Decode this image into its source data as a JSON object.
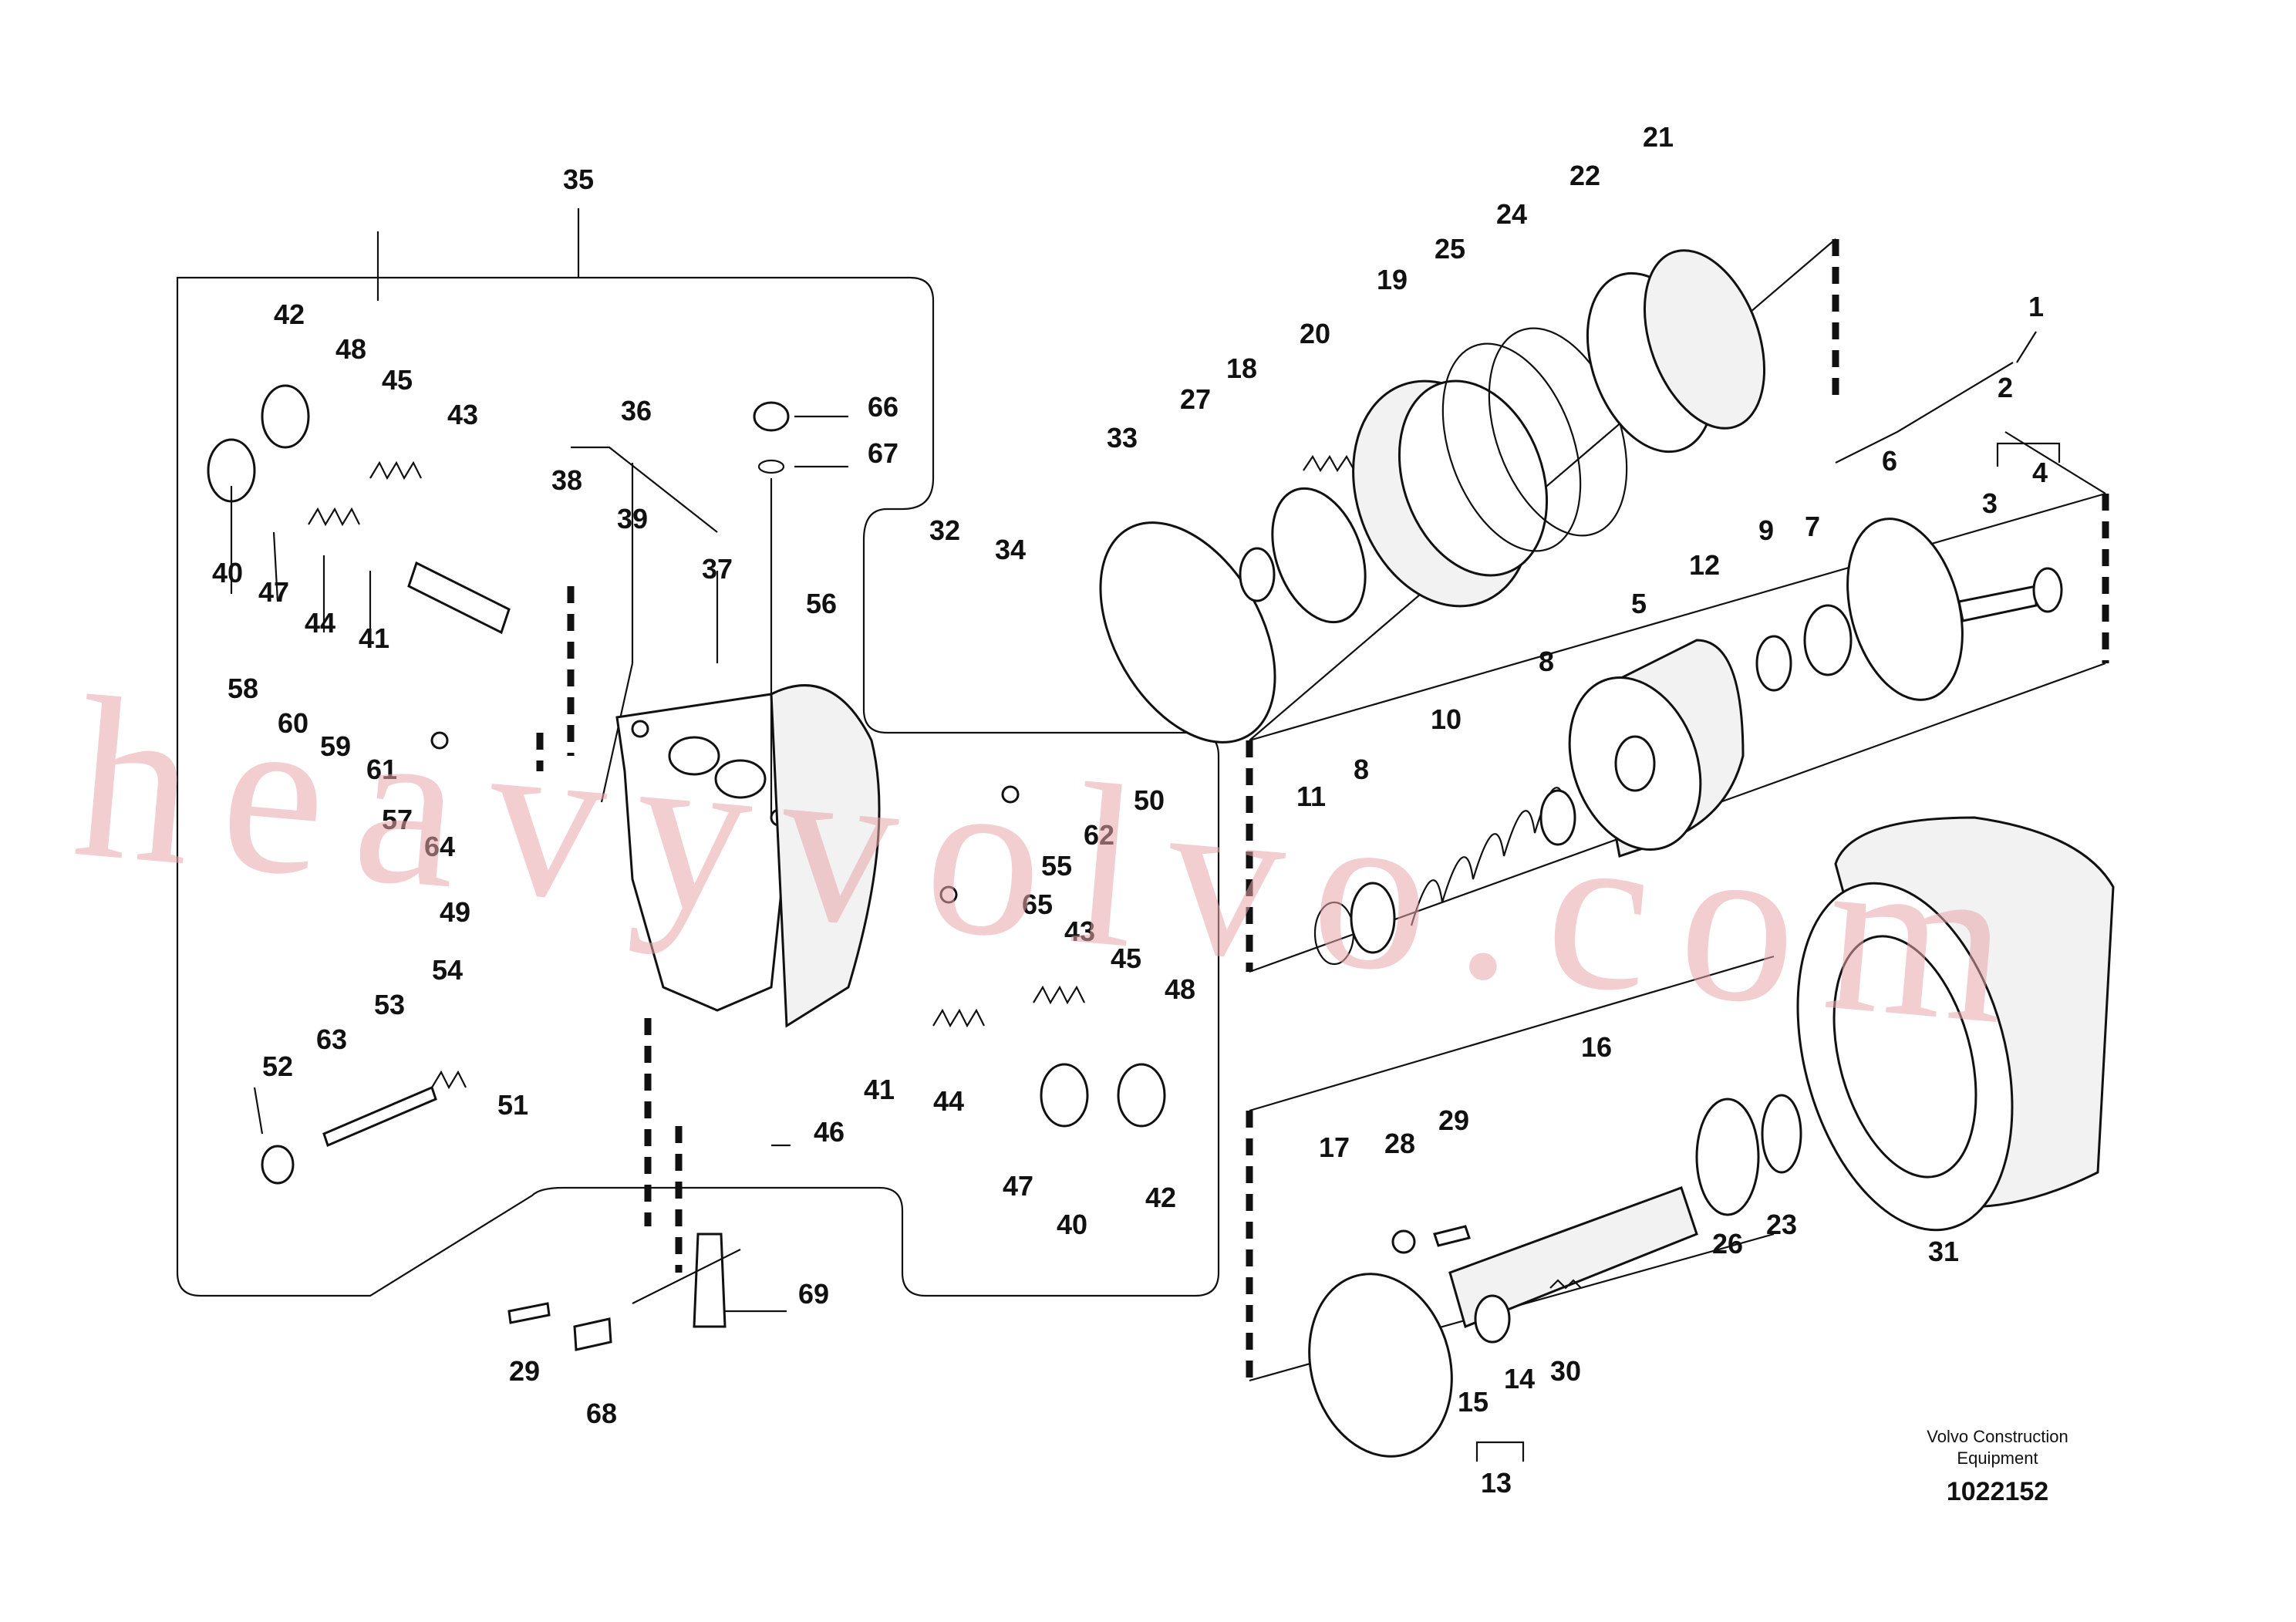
{
  "callouts": [
    {
      "id": "1",
      "text": "1"
    },
    {
      "id": "2",
      "text": "2"
    },
    {
      "id": "3",
      "text": "3"
    },
    {
      "id": "4",
      "text": "4"
    },
    {
      "id": "5",
      "text": "5"
    },
    {
      "id": "6",
      "text": "6"
    },
    {
      "id": "7",
      "text": "7"
    },
    {
      "id": "8a",
      "text": "8"
    },
    {
      "id": "8b",
      "text": "8"
    },
    {
      "id": "9",
      "text": "9"
    },
    {
      "id": "10",
      "text": "10"
    },
    {
      "id": "11",
      "text": "11"
    },
    {
      "id": "12",
      "text": "12"
    },
    {
      "id": "13",
      "text": "13"
    },
    {
      "id": "14",
      "text": "14"
    },
    {
      "id": "15",
      "text": "15"
    },
    {
      "id": "16",
      "text": "16"
    },
    {
      "id": "17",
      "text": "17"
    },
    {
      "id": "18",
      "text": "18"
    },
    {
      "id": "19",
      "text": "19"
    },
    {
      "id": "20",
      "text": "20"
    },
    {
      "id": "21",
      "text": "21"
    },
    {
      "id": "22",
      "text": "22"
    },
    {
      "id": "23",
      "text": "23"
    },
    {
      "id": "24",
      "text": "24"
    },
    {
      "id": "25",
      "text": "25"
    },
    {
      "id": "26",
      "text": "26"
    },
    {
      "id": "27",
      "text": "27"
    },
    {
      "id": "28",
      "text": "28"
    },
    {
      "id": "29a",
      "text": "29"
    },
    {
      "id": "29b",
      "text": "29"
    },
    {
      "id": "30",
      "text": "30"
    },
    {
      "id": "31",
      "text": "31"
    },
    {
      "id": "32",
      "text": "32"
    },
    {
      "id": "33",
      "text": "33"
    },
    {
      "id": "34",
      "text": "34"
    },
    {
      "id": "35",
      "text": "35"
    },
    {
      "id": "36",
      "text": "36"
    },
    {
      "id": "37",
      "text": "37"
    },
    {
      "id": "38",
      "text": "38"
    },
    {
      "id": "39",
      "text": "39"
    },
    {
      "id": "40a",
      "text": "40"
    },
    {
      "id": "40b",
      "text": "40"
    },
    {
      "id": "41a",
      "text": "41"
    },
    {
      "id": "41b",
      "text": "41"
    },
    {
      "id": "42a",
      "text": "42"
    },
    {
      "id": "42b",
      "text": "42"
    },
    {
      "id": "43a",
      "text": "43"
    },
    {
      "id": "43b",
      "text": "43"
    },
    {
      "id": "44a",
      "text": "44"
    },
    {
      "id": "44b",
      "text": "44"
    },
    {
      "id": "45a",
      "text": "45"
    },
    {
      "id": "45b",
      "text": "45"
    },
    {
      "id": "46",
      "text": "46"
    },
    {
      "id": "47a",
      "text": "47"
    },
    {
      "id": "47b",
      "text": "47"
    },
    {
      "id": "48a",
      "text": "48"
    },
    {
      "id": "48b",
      "text": "48"
    },
    {
      "id": "49",
      "text": "49"
    },
    {
      "id": "50",
      "text": "50"
    },
    {
      "id": "51",
      "text": "51"
    },
    {
      "id": "52",
      "text": "52"
    },
    {
      "id": "53",
      "text": "53"
    },
    {
      "id": "54",
      "text": "54"
    },
    {
      "id": "55",
      "text": "55"
    },
    {
      "id": "56",
      "text": "56"
    },
    {
      "id": "57",
      "text": "57"
    },
    {
      "id": "58",
      "text": "58"
    },
    {
      "id": "59",
      "text": "59"
    },
    {
      "id": "60",
      "text": "60"
    },
    {
      "id": "61",
      "text": "61"
    },
    {
      "id": "62",
      "text": "62"
    },
    {
      "id": "63",
      "text": "63"
    },
    {
      "id": "64",
      "text": "64"
    },
    {
      "id": "65",
      "text": "65"
    },
    {
      "id": "66",
      "text": "66"
    },
    {
      "id": "67",
      "text": "67"
    },
    {
      "id": "68",
      "text": "68"
    },
    {
      "id": "69",
      "text": "69"
    }
  ],
  "credit": {
    "line1": "Volvo Construction",
    "line2": "Equipment",
    "drawing_id": "1022152"
  },
  "watermark": "heavyvolvo.com"
}
